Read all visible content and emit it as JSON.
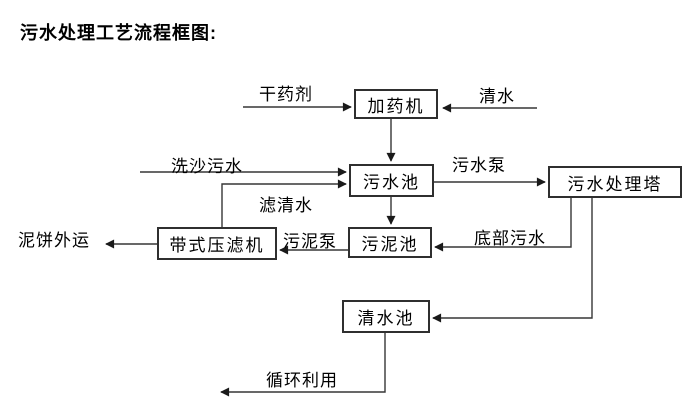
{
  "title": "污水处理工艺流程框图:",
  "nodes": {
    "dosing_machine": {
      "label": "加药机"
    },
    "sewage_pool": {
      "label": "污水池"
    },
    "sewage_treatment_tower": {
      "label": "污水处理塔"
    },
    "sludge_pool": {
      "label": "污泥池"
    },
    "belt_filter_press": {
      "label": "带式压滤机"
    },
    "clean_water_pool": {
      "label": "清水池"
    }
  },
  "flow_labels": {
    "dry_agent": "干药剂",
    "clean_water": "清水",
    "sand_washing_sewage": "洗沙污水",
    "sewage_pump": "污水泵",
    "filtered_water": "滤清水",
    "sludge_pump": "污泥泵",
    "bottom_sewage": "底部污水",
    "mud_cake_outbound": "泥饼外运",
    "recycling": "循环利用"
  },
  "colors": {
    "line": "#363636",
    "text": "#000000",
    "background": "#ffffff"
  }
}
